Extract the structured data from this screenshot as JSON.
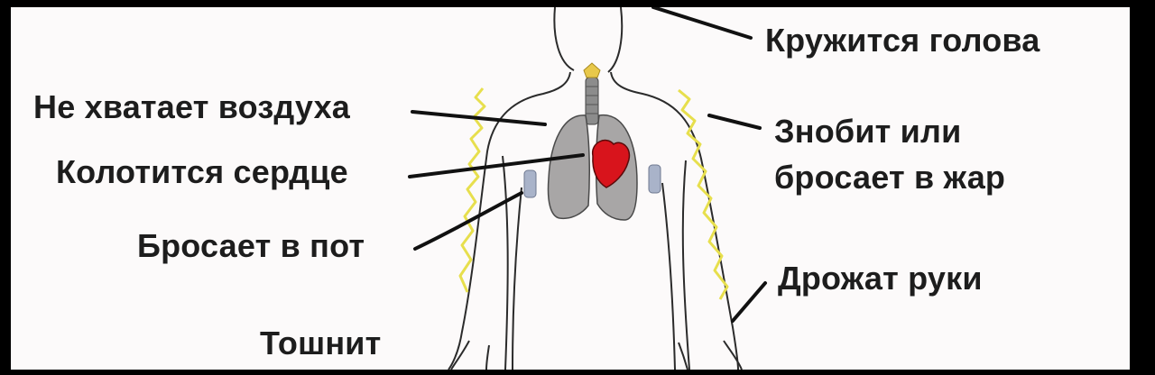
{
  "labels": {
    "dizzy": "Кружится голова",
    "breath": "Не хватает воздуха",
    "heart": "Колотится сердце",
    "sweat": "Бросает в пот",
    "chills_line1": "Знобит или",
    "chills_line2": "бросает в жар",
    "hands": "Дрожат руки",
    "nausea": "Тошнит"
  },
  "colors": {
    "background": "#fcfafa",
    "text": "#1d1d1d",
    "heart": "#d8141c",
    "lungs": "#a8a6a6",
    "glands": "#a9b3c9",
    "tremor": "#e7df4d"
  }
}
